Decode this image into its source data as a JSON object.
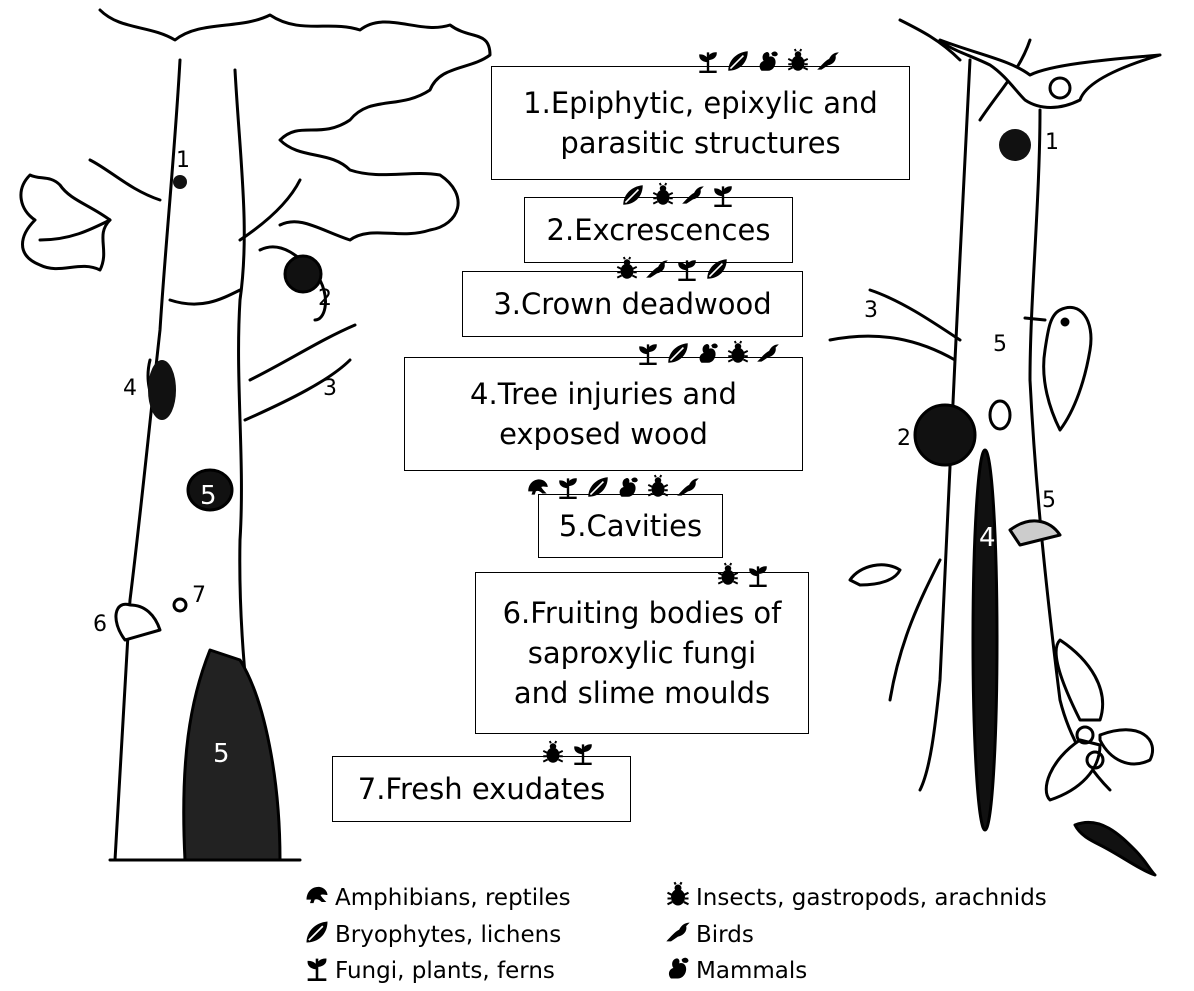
{
  "categories": [
    {
      "id": "1",
      "label_lines": [
        "1.Epiphytic, epixylic and",
        "parasitic structures"
      ],
      "icons": [
        "fungi",
        "bryophyte",
        "mammal",
        "insect",
        "bird"
      ]
    },
    {
      "id": "2",
      "label_lines": [
        "2.Excrescences"
      ],
      "icons": [
        "bryophyte",
        "insect",
        "bird",
        "fungi"
      ]
    },
    {
      "id": "3",
      "label_lines": [
        "3.Crown deadwood"
      ],
      "icons": [
        "insect",
        "bird",
        "fungi",
        "bryophyte"
      ]
    },
    {
      "id": "4",
      "label_lines": [
        "4.Tree injuries and",
        "exposed wood"
      ],
      "icons": [
        "fungi",
        "bryophyte",
        "mammal",
        "insect",
        "bird"
      ]
    },
    {
      "id": "5",
      "label_lines": [
        "5.Cavities"
      ],
      "icons": [
        "amphibian",
        "fungi",
        "bryophyte",
        "mammal",
        "insect",
        "bird"
      ]
    },
    {
      "id": "6",
      "label_lines": [
        "6.Fruiting bodies of",
        "saproxylic fungi",
        "and slime moulds"
      ],
      "icons": [
        "insect",
        "fungi"
      ]
    },
    {
      "id": "7",
      "label_lines": [
        "7.Fresh exudates"
      ],
      "icons": [
        "insect",
        "fungi"
      ]
    }
  ],
  "tree_markers": {
    "left": [
      "1",
      "2",
      "3",
      "4",
      "5",
      "6",
      "7",
      "5"
    ],
    "right": [
      "1",
      "3",
      "5",
      "2",
      "4",
      "5"
    ]
  },
  "legend": [
    {
      "icon": "amphibian",
      "label": "Amphibians, reptiles"
    },
    {
      "icon": "bryophyte",
      "label": "Bryophytes, lichens"
    },
    {
      "icon": "fungi",
      "label": "Fungi, plants, ferns"
    },
    {
      "icon": "insect",
      "label": "Insects, gastropods, arachnids"
    },
    {
      "icon": "bird",
      "label": "Birds"
    },
    {
      "icon": "mammal",
      "label": "Mammals"
    }
  ]
}
